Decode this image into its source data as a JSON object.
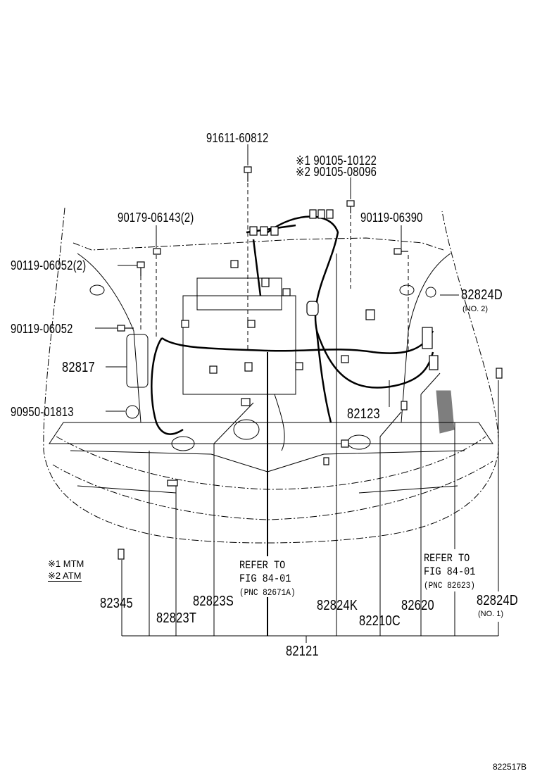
{
  "diagram": {
    "part_labels": {
      "p91611": "91611-60812",
      "p90105a": "※1 90105-10122",
      "p90105b": "※2 90105-08096",
      "p90179": "90179-06143(2)",
      "p90119_06390": "90119-06390",
      "p90119_06052_2": "90119-06052(2)",
      "p82824D_top": "82824D",
      "p82824D_top_note": "(NO. 2)",
      "p90119_06052": "90119-06052",
      "p82817": "82817",
      "p90950": "90950-01813",
      "p82123": "82123",
      "p82345": "82345",
      "p82823T": "82823T",
      "p82823S": "82823S",
      "p82824K": "82824K",
      "p82210C": "82210C",
      "p82620": "82620",
      "p82824D_bot": "82824D",
      "p82824D_bot_note": "(NO. 1)",
      "p82121": "82121"
    },
    "refs": [
      {
        "line1": "REFER TO",
        "line2": "FIG 84-01",
        "line3": "(PNC 82671A)"
      },
      {
        "line1": "REFER TO",
        "line2": "FIG 84-01",
        "line3": "(PNC 82623)"
      }
    ],
    "legend": {
      "note1": "※1 MTM",
      "note2": "※2 ATM"
    },
    "figure_id": "822517B"
  }
}
